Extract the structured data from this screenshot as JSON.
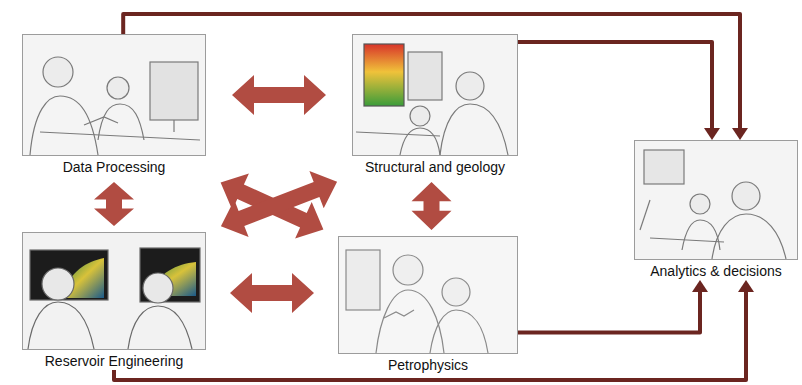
{
  "diagram": {
    "nodes": [
      {
        "text": [
          "Data Processing"
        ]
      },
      {
        "text": [
          "Structural and geology"
        ]
      },
      {
        "text": [
          "Reservoir Engineering"
        ]
      },
      {
        "text": [
          "Petrophysics"
        ]
      },
      {
        "text": [
          "Analytics & decisions"
        ]
      }
    ],
    "edges": [
      {
        "from": 0,
        "to": 1,
        "arrow": "both"
      },
      {
        "from": 0,
        "to": 2,
        "arrow": "both"
      },
      {
        "from": 0,
        "to": 3,
        "arrow": "both"
      },
      {
        "from": 1,
        "to": 2,
        "arrow": "both"
      },
      {
        "from": 1,
        "to": 3,
        "arrow": "both"
      },
      {
        "from": 2,
        "to": 3,
        "arrow": "both"
      },
      {
        "from": 0,
        "to": 4,
        "arrow": "to"
      },
      {
        "from": 1,
        "to": 4,
        "arrow": "to"
      },
      {
        "from": 3,
        "to": 4,
        "arrow": "to"
      },
      {
        "from": 2,
        "to": 4,
        "arrow": "to"
      }
    ]
  }
}
